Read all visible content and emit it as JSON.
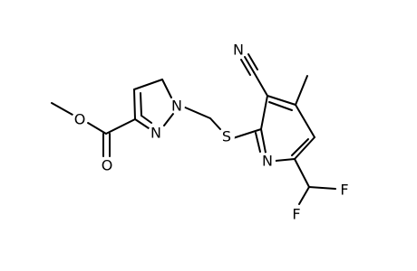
{
  "molecule": {
    "atoms": {
      "o_ether": "O",
      "o_carbonyl": "O",
      "n_pyrazole_1": "N",
      "n_pyrazole_2": "N",
      "s_thioether": "S",
      "n_nitrile": "N",
      "n_pyridine": "N",
      "f_upper": "F",
      "f_lower": "F"
    }
  }
}
